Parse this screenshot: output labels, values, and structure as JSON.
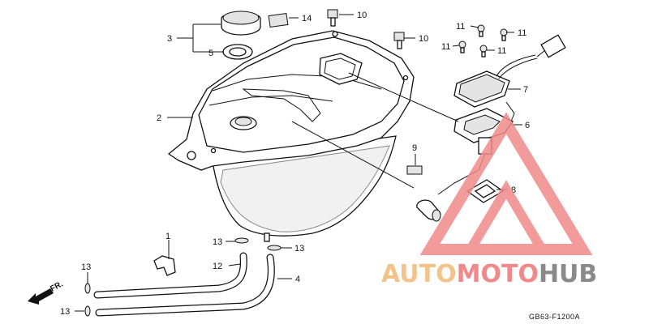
{
  "callouts": {
    "c1": "1",
    "c2": "2",
    "c3": "3",
    "c4": "4",
    "c5": "5",
    "c6": "6",
    "c7": "7",
    "c8": "8",
    "c9": "9",
    "c10a": "10",
    "c10b": "10",
    "c11a": "11",
    "c11b": "11",
    "c11c": "11",
    "c11d": "11",
    "c12": "12",
    "c13a": "13",
    "c13b": "13",
    "c13c": "13",
    "c13d": "13",
    "c14": "14"
  },
  "direction_label": "FR.",
  "diagram_code": "GB63-F1200A",
  "watermark": {
    "part1": "AUTO",
    "part2": "MOTO",
    "part3": "HUB",
    "color1": "#f2c38a",
    "color2": "#f08a8a",
    "color3": "#8a8a8a"
  }
}
